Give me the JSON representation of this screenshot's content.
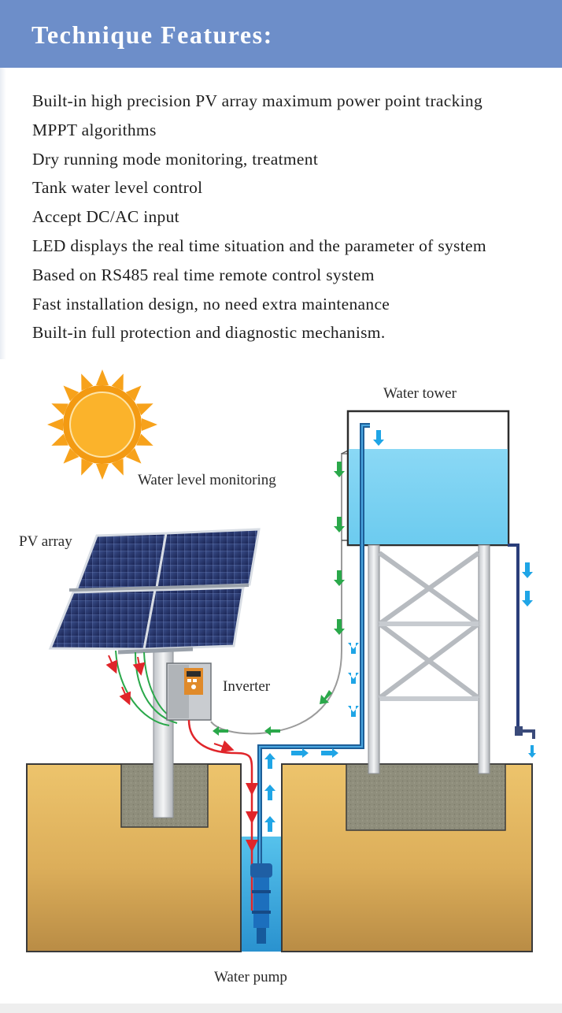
{
  "header": {
    "title": "Technique Features:"
  },
  "features": [
    "Built-in high precision PV array maximum power point tracking",
    "MPPT algorithms",
    "Dry running mode monitoring, treatment",
    "Tank water level control",
    "Accept DC/AC input",
    "LED displays the real time situation and the parameter of system",
    "Based on RS485 real time remote control system",
    "Fast installation design, no need extra maintenance",
    "Built-in full protection and diagnostic mechanism."
  ],
  "diagram": {
    "labels": {
      "water_tower": "Water tower",
      "water_level_monitoring": "Water level monitoring",
      "pv_array": "PV array",
      "inverter": "Inverter",
      "water_pump": "Water pump"
    },
    "colors": {
      "banner": "#6d8ec9",
      "water": "#7fd2f2",
      "ground": "#e2b45f",
      "concrete": "#8a8a7a",
      "power_flow": "#e0252a",
      "signal_flow": "#2aa84a",
      "water_flow": "#1fa5e6",
      "sun": "#f7a21b"
    },
    "icons": [
      "sun-icon",
      "solar-panel-icon",
      "inverter-icon",
      "water-tower-icon",
      "pump-icon",
      "faucet-icon"
    ]
  }
}
